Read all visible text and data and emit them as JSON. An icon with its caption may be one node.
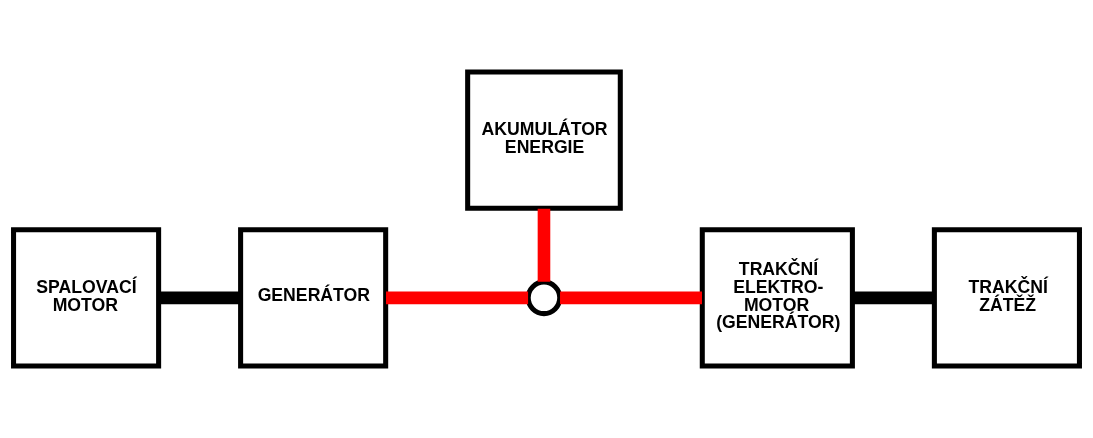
{
  "diagram": {
    "nodes": [
      {
        "text": [
          "SPALOVACÍ MOTOR"
        ]
      },
      {
        "text": [
          "GENERÁTOR"
        ]
      },
      {
        "text": [
          "AKUMULÁTOR ENERGIE"
        ]
      },
      {
        "text": [],
        "shape": "circle"
      },
      {
        "text": [
          "TRAKČNÍ ELEKTRO- MOTOR (GENERÁTOR)"
        ]
      },
      {
        "text": [
          "TRAKČNÍ ZÁTĚŽ"
        ]
      }
    ],
    "edges": [
      {
        "from": 0,
        "to": 1,
        "arrow": "none",
        "color": "#000000"
      },
      {
        "from": 1,
        "to": 3,
        "arrow": "none",
        "color": "#ff0000"
      },
      {
        "from": 2,
        "to": 3,
        "arrow": "none",
        "color": "#ff0000"
      },
      {
        "from": 3,
        "to": 4,
        "arrow": "none",
        "color": "#ff0000"
      },
      {
        "from": 4,
        "to": 5,
        "arrow": "none",
        "color": "#000000"
      }
    ]
  }
}
